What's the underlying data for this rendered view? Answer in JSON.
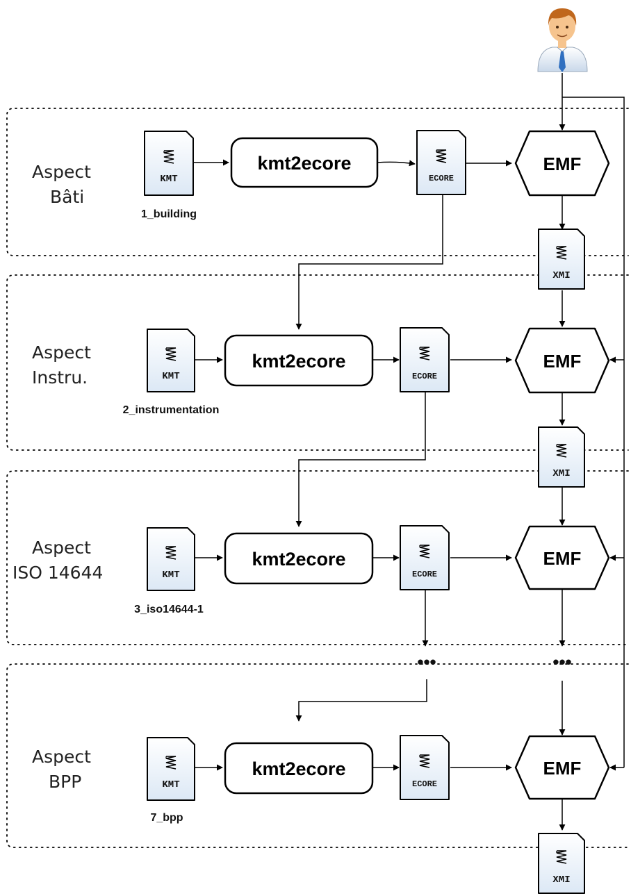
{
  "aspects": [
    {
      "label_line1": "Aspect",
      "label_line2": "Bâti",
      "file_type": "KMT",
      "file_caption": "1_building",
      "process": "kmt2ecore",
      "output_type": "ECORE",
      "engine": "EMF"
    },
    {
      "label_line1": "Aspect",
      "label_line2": "Instru.",
      "file_type": "KMT",
      "file_caption": "2_instrumentation",
      "process": "kmt2ecore",
      "output_type": "ECORE",
      "engine": "EMF"
    },
    {
      "label_line1": "Aspect",
      "label_line2": "ISO 14644",
      "file_type": "KMT",
      "file_caption": "3_iso14644-1",
      "process": "kmt2ecore",
      "output_type": "ECORE",
      "engine": "EMF"
    },
    {
      "label_line1": "Aspect",
      "label_line2": "BPP",
      "file_type": "KMT",
      "file_caption": "7_bpp",
      "process": "kmt2ecore",
      "output_type": "ECORE",
      "engine": "EMF"
    }
  ],
  "xmi_docs": [
    {
      "label": "XMI"
    },
    {
      "label": "XMI"
    },
    {
      "label": "XMI"
    }
  ],
  "ellipsis": "•••",
  "icons": {
    "user": "user-avatar-icon",
    "document": "document-icon"
  },
  "colors": {
    "doc_fill": "#eef4fb",
    "user_shirt": "#e8eef6",
    "user_tie": "#2f6fc0",
    "user_hair": "#c0671c",
    "user_skin": "#f6c48e"
  }
}
